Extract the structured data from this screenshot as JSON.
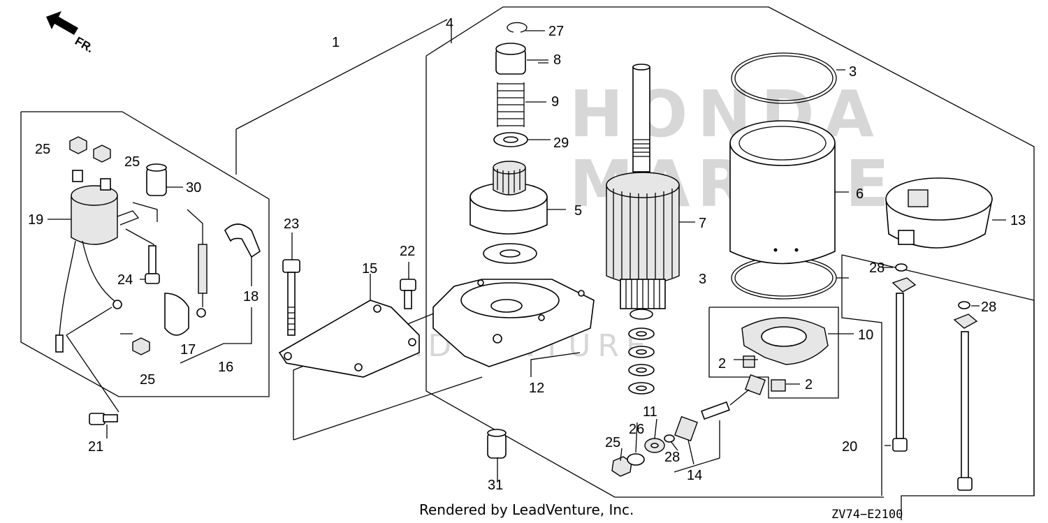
{
  "watermark": {
    "brand_line1": "HONDA",
    "brand_line2": "MARINE",
    "center": "LEADVENTURE"
  },
  "direction": {
    "label": "FR."
  },
  "callouts": {
    "c1": "1",
    "c2a": "2",
    "c2b": "2",
    "c3a": "3",
    "c3b": "3",
    "c4": "4",
    "c5": "5",
    "c6": "6",
    "c7": "7",
    "c8": "8",
    "c9": "9",
    "c10": "10",
    "c11": "11",
    "c12": "12",
    "c13": "13",
    "c14": "14",
    "c15": "15",
    "c16": "16",
    "c17": "17",
    "c18": "18",
    "c19": "19",
    "c20": "20",
    "c21": "21",
    "c22": "22",
    "c23": "23",
    "c24": "24",
    "c25a": "25",
    "c25b": "25",
    "c25c": "25",
    "c25d": "25",
    "c26": "26",
    "c27": "27",
    "c28a": "28",
    "c28b": "28",
    "c28c": "28",
    "c29": "29",
    "c30": "30",
    "c31": "31"
  },
  "footer": {
    "credit": "Rendered by LeadVenture, Inc.",
    "code": "ZV74−E2100"
  }
}
